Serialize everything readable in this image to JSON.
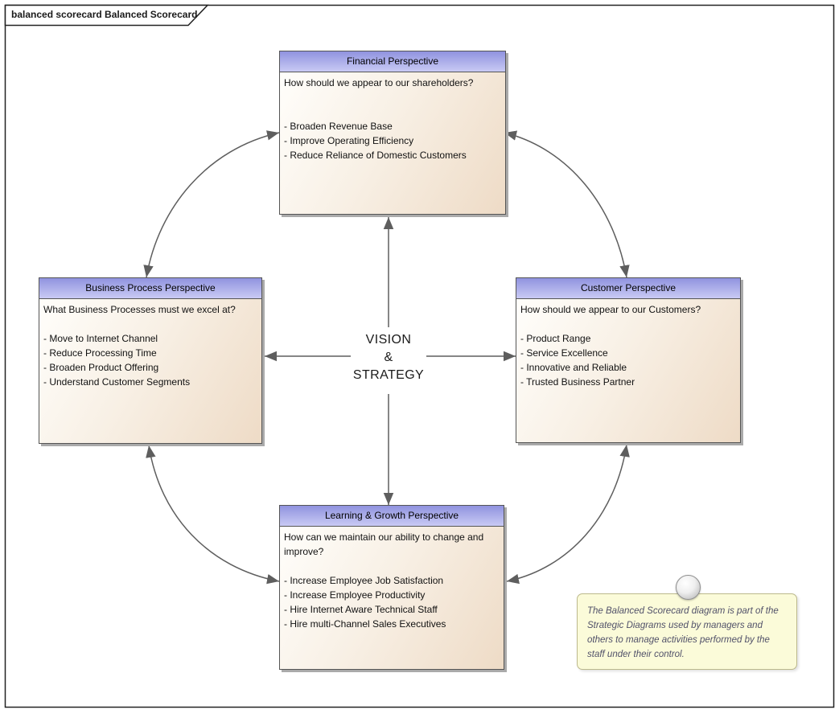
{
  "frame": {
    "label": "balanced scorecard Balanced Scorecard"
  },
  "center": {
    "line1": "VISION",
    "line2": "&",
    "line3": "STRATEGY"
  },
  "boxes": [
    {
      "title": "Financial Perspective",
      "question": "How should we appear to our shareholders?",
      "items": [
        "- Broaden Revenue Base",
        "- Improve Operating Efficiency",
        "- Reduce Reliance of Domestic Customers"
      ]
    },
    {
      "title": "Business Process Perspective",
      "question": "What Business Processes must we excel at?",
      "items": [
        "- Move to Internet Channel",
        "- Reduce Processing Time",
        "- Broaden Product Offering",
        "- Understand Customer Segments"
      ]
    },
    {
      "title": "Customer Perspective",
      "question": "How should we appear to our Customers?",
      "items": [
        "- Product Range",
        "- Service Excellence",
        "- Innovative and Reliable",
        "- Trusted Business Partner"
      ]
    },
    {
      "title": "Learning & Growth Perspective",
      "question": "How can we maintain our ability to change and improve?",
      "items": [
        "- Increase Employee Job Satisfaction",
        "- Increase Employee Productivity",
        "- Hire Internet Aware Technical Staff",
        "- Hire multi-Channel Sales Executives"
      ]
    }
  ],
  "note": {
    "text": "The Balanced Scorecard diagram is part of the Strategic Diagrams used by managers and others to manage activities performed by the staff under their control."
  },
  "colors": {
    "header_top": "#9093df",
    "header_bottom": "#c9caf4",
    "body_light": "#fffefb",
    "body_dark": "#eedbc6",
    "note_bg": "#fbfbd9",
    "note_border": "#bcb98c",
    "note_text": "#515169",
    "arrow": "#5e5e5e",
    "border": "#555555",
    "shadow": "#aaaaaa"
  }
}
